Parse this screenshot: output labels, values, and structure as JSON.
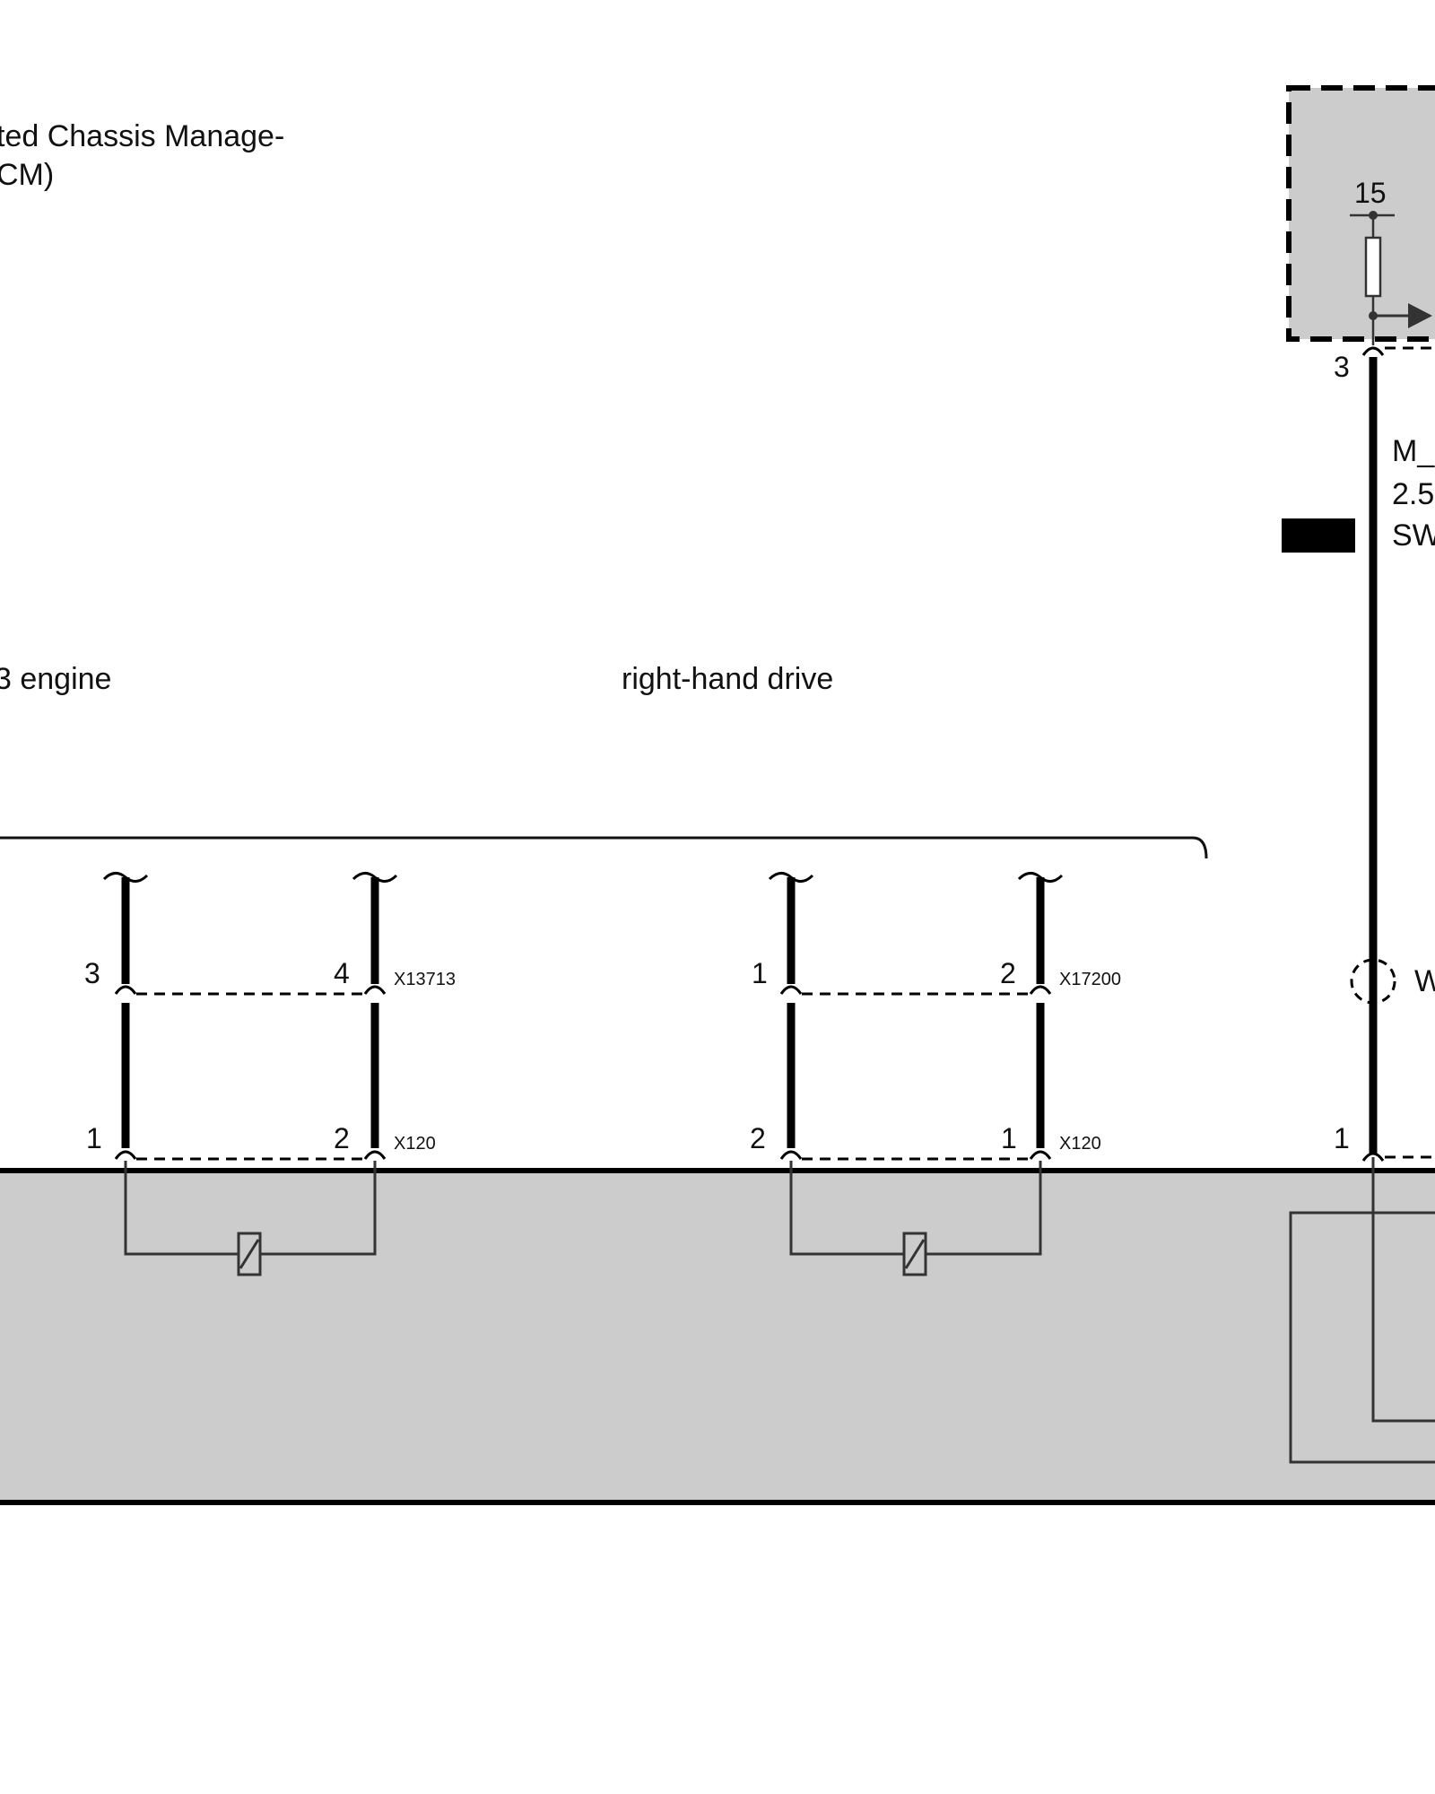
{
  "header": {
    "title_line1": "ted Chassis Manage-",
    "title_line2": "CM)"
  },
  "variants": {
    "left": "3 engine",
    "right": "right-hand drive"
  },
  "connectors": {
    "left_upper": {
      "pin_a": "3",
      "pin_b": "4",
      "id": "X13713"
    },
    "left_lower": {
      "pin_a": "1",
      "pin_b": "2",
      "id": "X120"
    },
    "right_upper": {
      "pin_a": "1",
      "pin_b": "2",
      "id": "X17200"
    },
    "right_lower": {
      "pin_a": "2",
      "pin_b": "1",
      "id": "X120"
    }
  },
  "module": {
    "terminal": "15",
    "pin_top": "3",
    "pin_bottom": "1"
  },
  "wire": {
    "signal": "M_",
    "gauge": "2.5",
    "color": "SW"
  },
  "shield": {
    "label": "W"
  }
}
